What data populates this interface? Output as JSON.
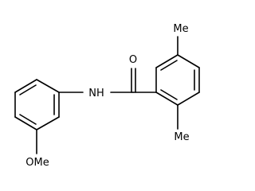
{
  "molecule": {
    "atom_labels": {
      "carbonyl_oxygen": "O",
      "amide_nh": "NH",
      "methoxy": "OMe",
      "methyl_top": "Me",
      "methyl_right": "Me"
    }
  }
}
